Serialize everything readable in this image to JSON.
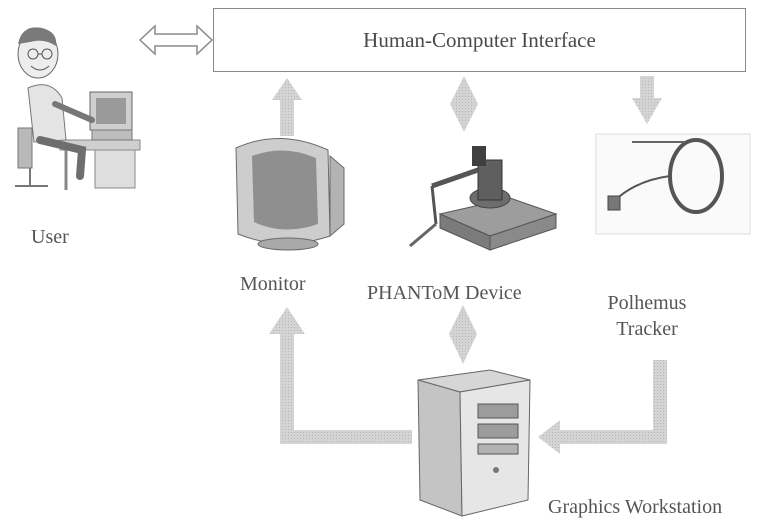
{
  "interface": {
    "title": "Human-Computer Interface"
  },
  "nodes": {
    "user": "User",
    "monitor": "Monitor",
    "phantom": "PHANToM Device",
    "polhemus_line1": "Polhemus",
    "polhemus_line2": "Tracker",
    "workstation": "Graphics Workstation"
  },
  "colors": {
    "arrow": "#bfbfbf",
    "box_border": "#8a8a8a",
    "text": "#4a4a4a"
  }
}
